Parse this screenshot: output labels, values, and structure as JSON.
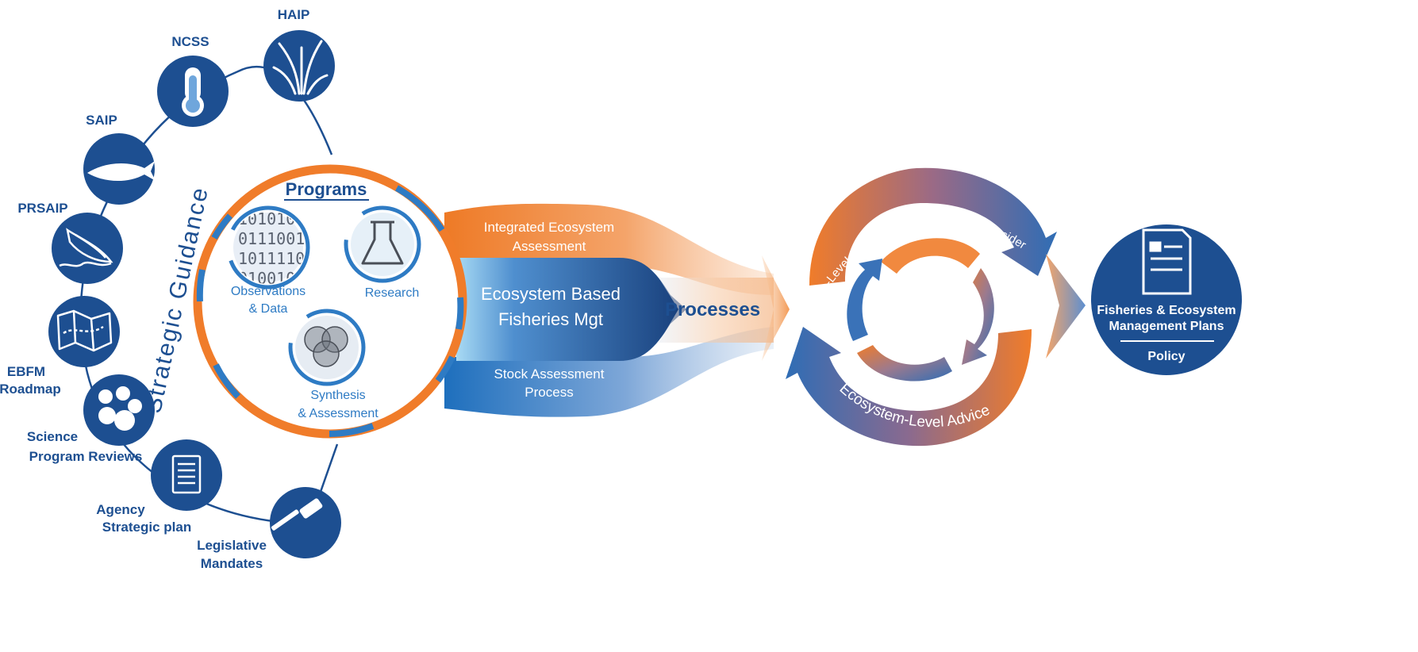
{
  "colors": {
    "navy": "#1d4f91",
    "orange": "#f07c2a",
    "blue": "#2e7bc4",
    "light_blue": "#8fc4ea",
    "purple": "#7b5c8a"
  },
  "strategic_guidance": {
    "title": "Strategic Guidance",
    "items": [
      {
        "label_lines": [
          "HAIP"
        ],
        "icon": "grass-icon"
      },
      {
        "label_lines": [
          "NCSS"
        ],
        "icon": "thermometer-icon"
      },
      {
        "label_lines": [
          "SAIP"
        ],
        "icon": "fish-icon"
      },
      {
        "label_lines": [
          "PRSAIP"
        ],
        "icon": "whale-icon"
      },
      {
        "label_lines": [
          "EBFM",
          "Roadmap"
        ],
        "icon": "map-icon"
      },
      {
        "label_lines": [
          "Science",
          "Program Reviews"
        ],
        "icon": "paw-icon"
      },
      {
        "label_lines": [
          "Agency",
          "Strategic plan"
        ],
        "icon": "document-icon"
      },
      {
        "label_lines": [
          "Legislative",
          "Mandates"
        ],
        "icon": "gavel-icon"
      }
    ]
  },
  "programs": {
    "title": "Programs",
    "items": [
      {
        "label_lines": [
          "Observations",
          "& Data"
        ],
        "icon": "binary-data-icon"
      },
      {
        "label_lines": [
          "Research"
        ],
        "icon": "flask-icon"
      },
      {
        "label_lines": [
          "Synthesis",
          "& Assessment"
        ],
        "icon": "venn-icon"
      }
    ]
  },
  "flows": {
    "integrated": [
      "Integrated Ecosystem",
      "Assessment"
    ],
    "ebfm": [
      "Ecosystem Based",
      "Fisheries Mgt"
    ],
    "stock": [
      "Stock Assessment",
      "Process"
    ],
    "processes": "Processes"
  },
  "cycle": {
    "top_arc": "Species-Level Advice & Socioeconomic Considerations",
    "bottom_arc": "Ecosystem-Level Advice"
  },
  "outcome": {
    "title_lines": [
      "Fisheries & Ecosystem",
      "Management Plans"
    ],
    "subtitle": "Policy",
    "icon": "document-icon"
  }
}
